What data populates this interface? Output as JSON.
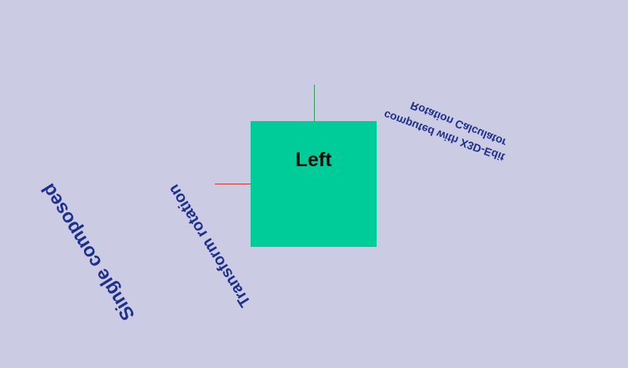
{
  "scene": {
    "face_label": "Left",
    "text_single": "Single composed",
    "text_transform": "Transform rotation",
    "text_computed": "computed with X3D-Edit",
    "text_calc": "Rotation Calculator",
    "colors": {
      "background": "#cbcbe3",
      "face": "#00cc99",
      "text": "#1d2f8f",
      "axis_x": "#c23b3b",
      "axis_y": "#2c9a4e"
    }
  }
}
